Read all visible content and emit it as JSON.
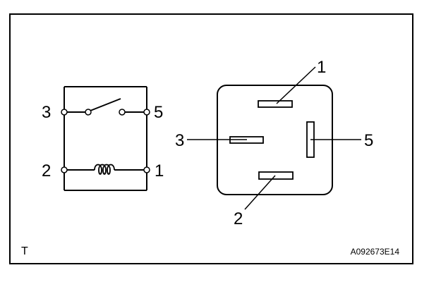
{
  "schematic": {
    "pins": {
      "top_left": "3",
      "top_right": "5",
      "bottom_left": "2",
      "bottom_right": "1"
    }
  },
  "connector": {
    "labels": {
      "top": "1",
      "left": "3",
      "right": "5",
      "bottom": "2"
    }
  },
  "footer": {
    "left_mark": "T",
    "code": "A092673E14"
  },
  "colors": {
    "line": "#000000",
    "background": "#ffffff"
  }
}
